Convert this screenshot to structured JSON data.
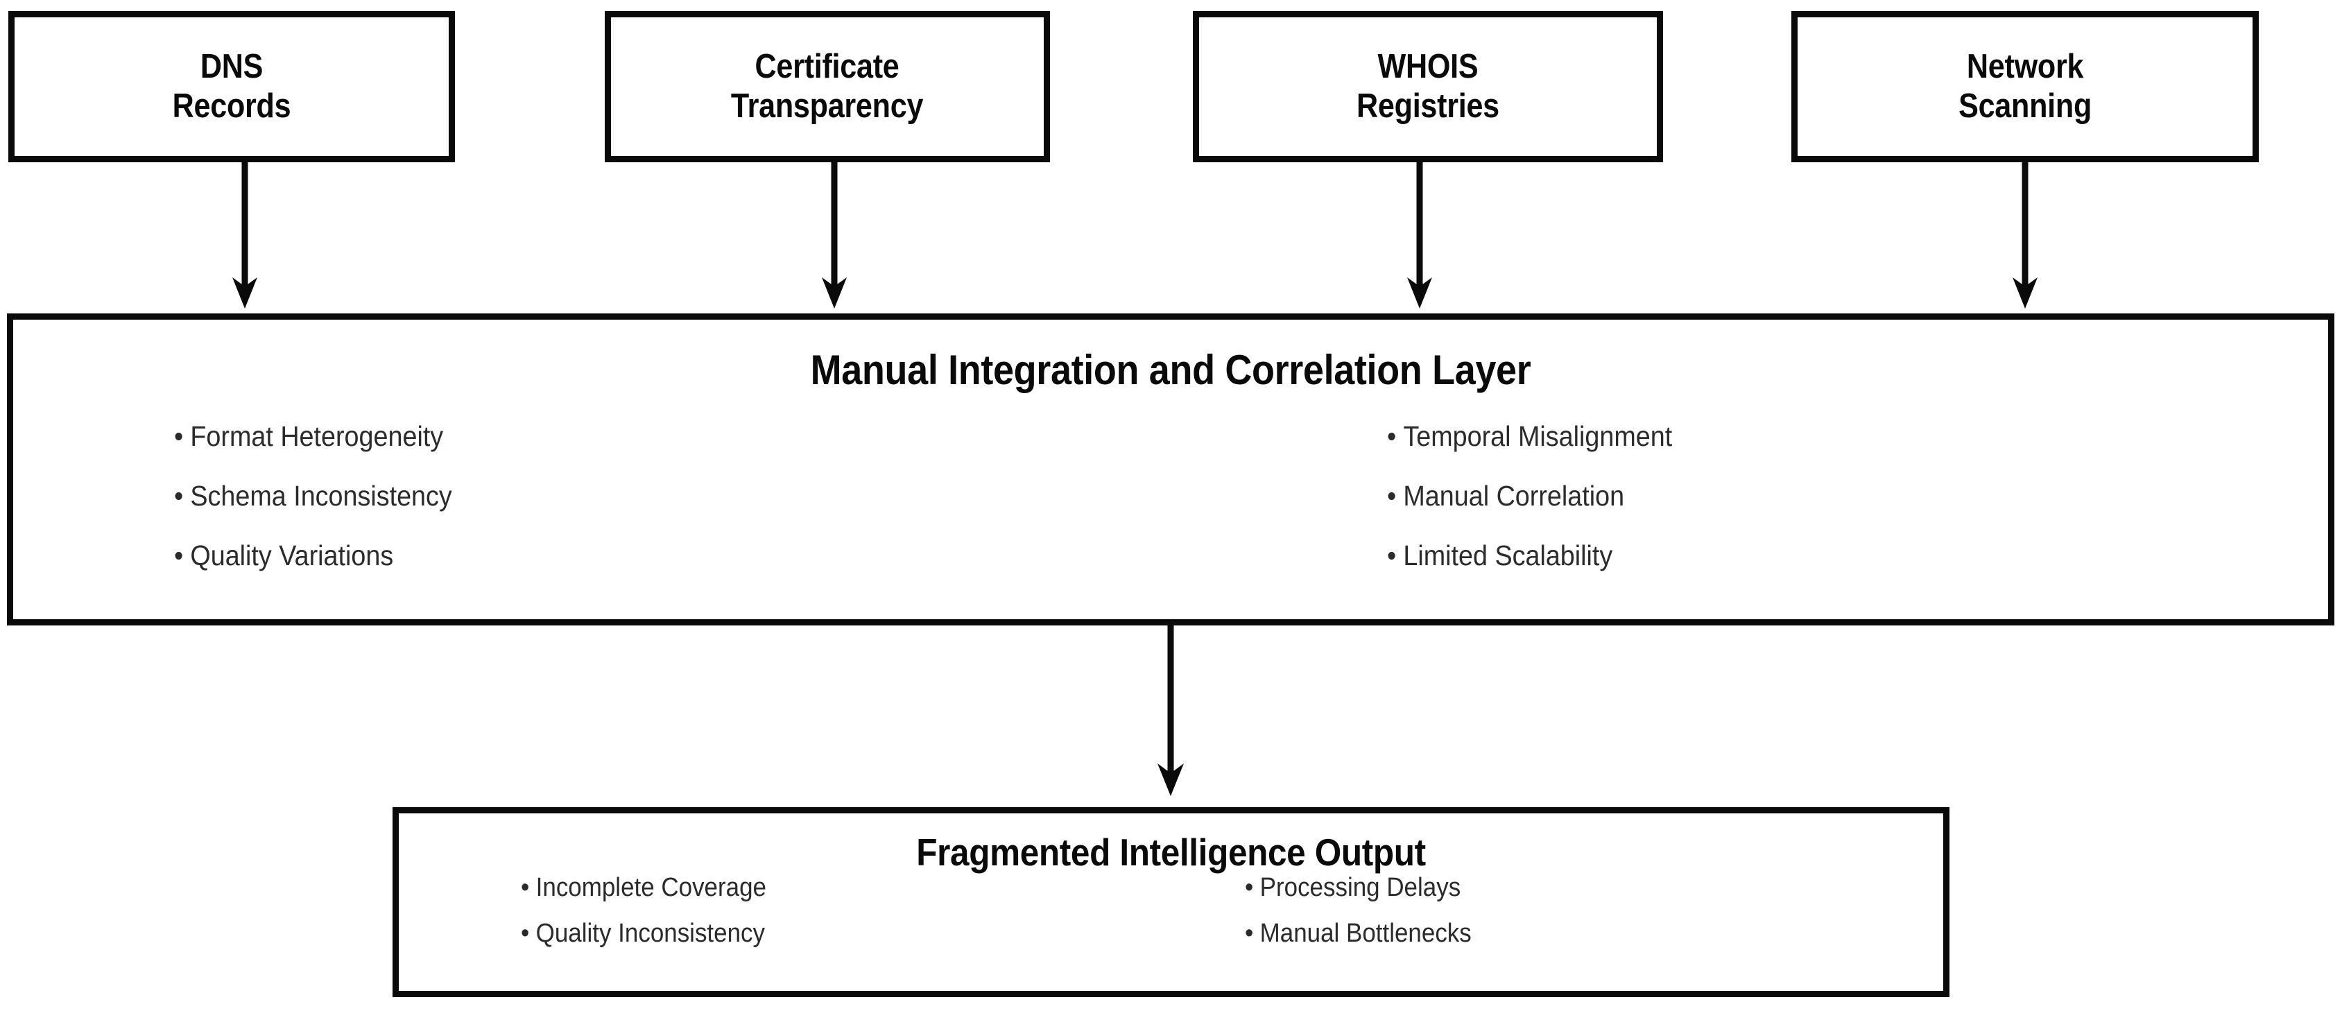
{
  "diagram": {
    "sources": [
      {
        "label": "DNS\nRecords"
      },
      {
        "label": "Certificate\nTransparency"
      },
      {
        "label": "WHOIS\nRegistries"
      },
      {
        "label": "Network\nScanning"
      }
    ],
    "integration_layer": {
      "title": "Manual Integration and Correlation Layer",
      "left_column": [
        "Format Heterogeneity",
        "Schema Inconsistency",
        "Quality Variations"
      ],
      "right_column": [
        "Temporal Misalignment",
        "Manual Correlation",
        "Limited Scalability"
      ]
    },
    "output": {
      "title": "Fragmented Intelligence Output",
      "left_column": [
        "Incomplete Coverage",
        "Quality Inconsistency"
      ],
      "right_column": [
        "Processing Delays",
        "Manual Bottlenecks"
      ]
    },
    "bullet_glyph": "•",
    "colors": {
      "stroke": "#0a0a0a",
      "background": "#ffffff",
      "bullet_text": "#2b2b2b"
    }
  }
}
